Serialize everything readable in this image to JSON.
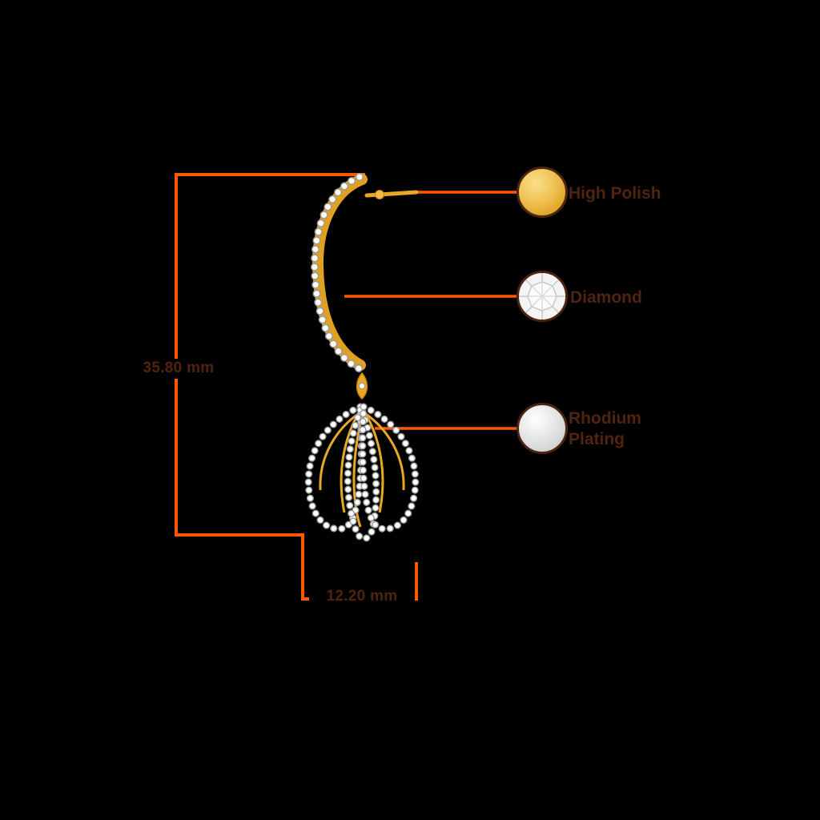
{
  "diagram": {
    "dimensions": {
      "height_label": "35.80 mm",
      "width_label": "12.20 mm"
    },
    "legend": [
      {
        "label": "High Polish",
        "swatch": "gold-circle"
      },
      {
        "label": "Diamond",
        "swatch": "diamond-circle"
      },
      {
        "label": "Rhodium Plating",
        "swatch": "rhodium-circle"
      }
    ],
    "colors": {
      "dimension_line": "#ff5a00",
      "label_text": "#4f2410",
      "gold": "#e8a826",
      "diamond": "#f4f4f4",
      "rhodium": "#d6d6d6",
      "background": "#000000"
    }
  }
}
